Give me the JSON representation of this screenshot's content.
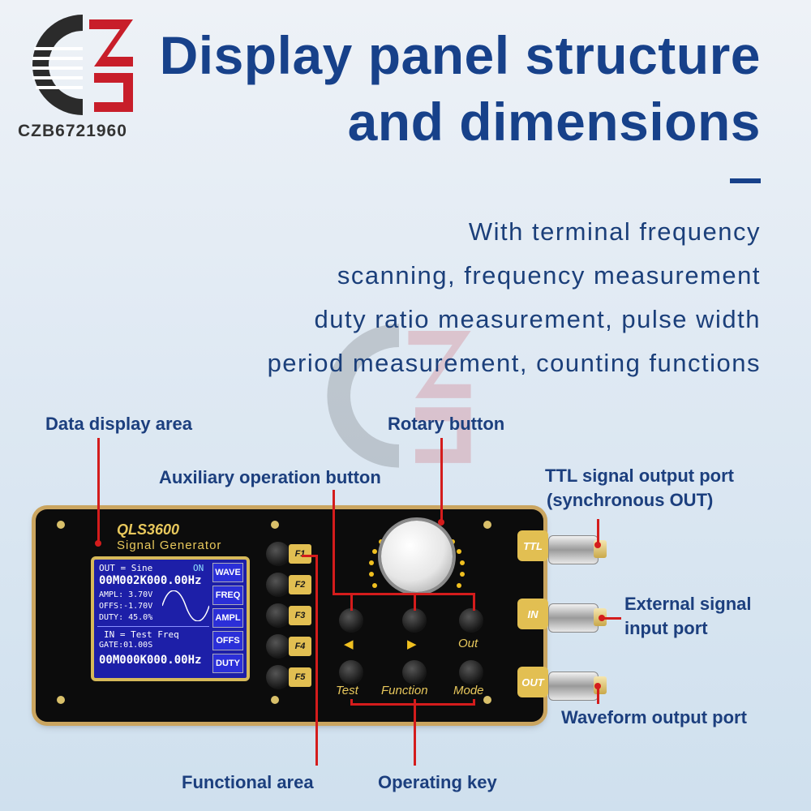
{
  "brand": {
    "name": "CZB6721960"
  },
  "heading": {
    "line1": "Display panel structure",
    "line2": "and dimensions"
  },
  "features": [
    "With terminal frequency",
    "scanning, frequency measurement",
    "duty ratio measurement, pulse width",
    "period measurement, counting functions"
  ],
  "callouts": {
    "data_display": "Data display area",
    "rotary": "Rotary button",
    "auxiliary": "Auxiliary operation button",
    "ttl_line1": "TTL signal output port",
    "ttl_line2": "(synchronous OUT)",
    "external_line1": "External signal",
    "external_line2": "input port",
    "waveform": "Waveform output port",
    "functional": "Functional area",
    "operating": "Operating key"
  },
  "device": {
    "model": "QLS3600",
    "subtitle": "Signal Generator",
    "lcd": {
      "out_line": "OUT = Sine",
      "out_state": "ON",
      "freq_out": "00M002K000.00Hz",
      "ampl": "AMPL: 3.70V",
      "offs": "OFFS:-1.70V",
      "duty": "DUTY: 45.0%",
      "in_line": "IN = Test Freq",
      "gate": "GATE:01.00S",
      "freq_in": "00M000K000.00Hz",
      "menu": [
        "WAVE",
        "FREQ",
        "AMPL",
        "OFFS",
        "DUTY"
      ]
    },
    "fkeys": [
      "F1",
      "F2",
      "F3",
      "F4",
      "F5"
    ],
    "keys": {
      "left": "◀",
      "right": "▶",
      "out": "Out",
      "test": "Test",
      "function": "Function",
      "mode": "Mode"
    },
    "ports": [
      "TTL",
      "IN",
      "OUT"
    ]
  },
  "colors": {
    "heading": "#17418a",
    "leader": "#d41c1c",
    "gold": "#e2bf52"
  }
}
